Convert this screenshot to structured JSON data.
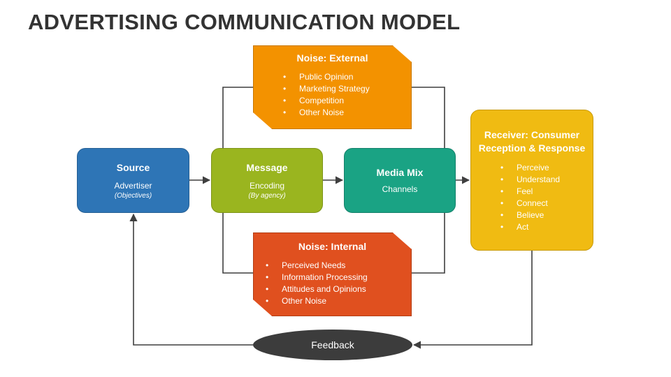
{
  "title": "ADVERTISING COMMUNICATION MODEL",
  "source": {
    "heading": "Source",
    "label": "Advertiser",
    "note": "(Objectives)"
  },
  "message": {
    "heading": "Message",
    "label": "Encoding",
    "note": "(By agency)"
  },
  "media_mix": {
    "heading": "Media Mix",
    "label": "Channels"
  },
  "noise_external": {
    "heading": "Noise: External",
    "items": [
      "Public Opinion",
      "Marketing Strategy",
      "Competition",
      "Other Noise"
    ]
  },
  "noise_internal": {
    "heading": "Noise: Internal",
    "items": [
      "Perceived Needs",
      "Information Processing",
      "Attitudes and Opinions",
      "Other Noise"
    ]
  },
  "receiver": {
    "heading_line1": "Receiver: Consumer",
    "heading_line2": "Reception & Response",
    "items": [
      "Perceive",
      "Understand",
      "Feel",
      "Connect",
      "Believe",
      "Act"
    ]
  },
  "feedback": {
    "label": "Feedback"
  },
  "colors": {
    "source": "#2e75b6",
    "message": "#9ab51f",
    "media_mix": "#1aa384",
    "noise_external": "#f39200",
    "noise_internal": "#e0501f",
    "receiver": "#f0bb12",
    "feedback": "#3c3c3c",
    "connector": "#3f3f3f"
  }
}
